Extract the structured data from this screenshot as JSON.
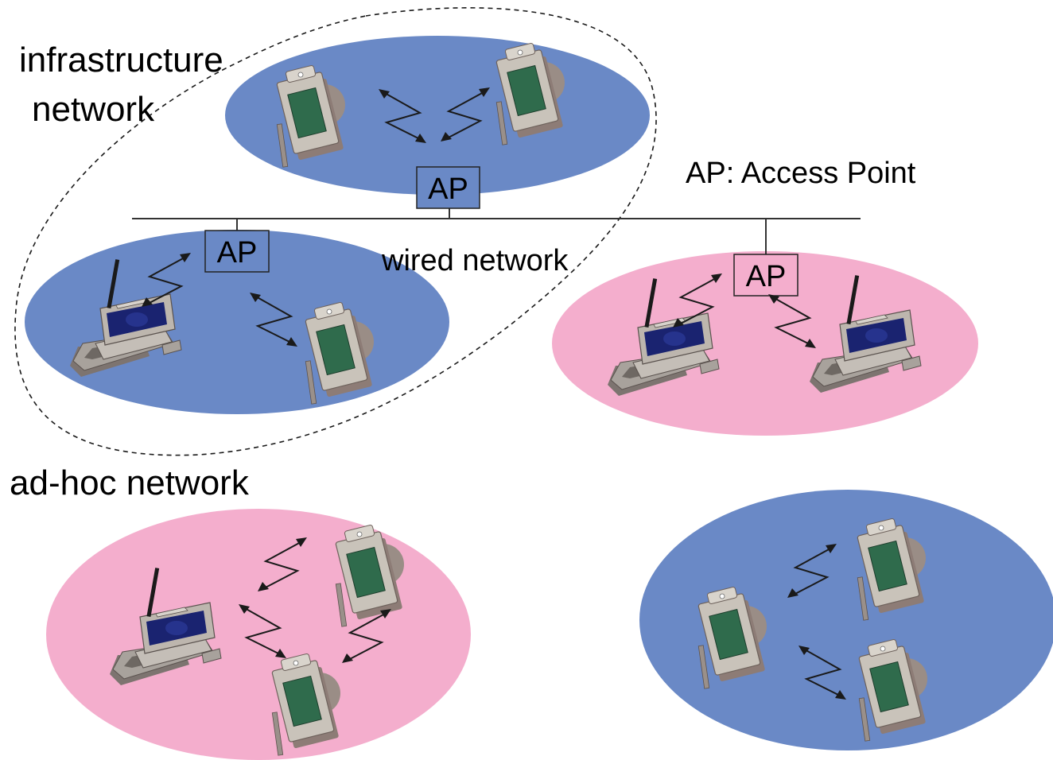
{
  "labels": {
    "infrastructure_line1": "infrastructure",
    "infrastructure_line2": "network",
    "adhoc": "ad-hoc network",
    "wired": "wired network",
    "legend": "AP: Access Point"
  },
  "access_points": [
    "AP",
    "AP",
    "AP"
  ],
  "colors": {
    "blue_cell": "#6a89c6",
    "pink_cell": "#f4aecd",
    "line": "#000000",
    "device_screen_pda": "#2f6b4c",
    "device_screen_laptop": "#1a2370",
    "device_body": "#c9c3ba",
    "device_shadow": "#8d7c76",
    "arrow": "#1a1a1a"
  },
  "icons": [
    "pda-icon",
    "laptop-icon",
    "wireless-link-arrow-icon"
  ]
}
